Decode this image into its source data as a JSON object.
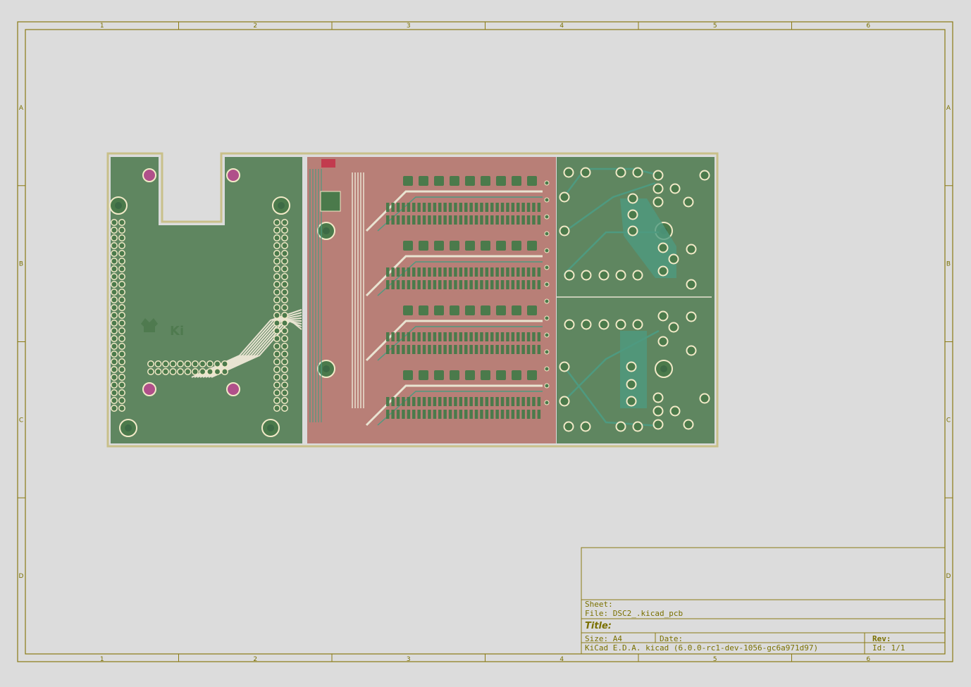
{
  "colors": {
    "background": "#dcdcdc",
    "frame": "#8a7a14",
    "copper_green": "#5f8660",
    "copper_red": "#b87f77",
    "pad_fill": "#4b7a4b",
    "pad_ring": "#f2eac8",
    "npth_pad": "#b0508a",
    "track_light": "#e9e4d2",
    "track_teal": "#4e9a80"
  },
  "frame": {
    "columns": [
      "1",
      "2",
      "3",
      "4",
      "5",
      "6"
    ],
    "rows": [
      "A",
      "B",
      "C",
      "D"
    ]
  },
  "title_block": {
    "sheet_label": "Sheet:",
    "file_label": "File: DSC2_.kicad_pcb",
    "title_label": "Title:",
    "size_label": "Size: A4",
    "date_label": "Date:",
    "rev_label": "Rev:",
    "generator": "KiCad E.D.A.  kicad (6.0.0-rc1-dev-1056-gc6a971d97)",
    "id_label": "Id: 1/1"
  },
  "board": {
    "logo_text": "Ki",
    "icons": {
      "logo": "kicad-logo-icon",
      "mounting_hole": "mounting-hole-icon",
      "pad": "pad-icon"
    }
  }
}
